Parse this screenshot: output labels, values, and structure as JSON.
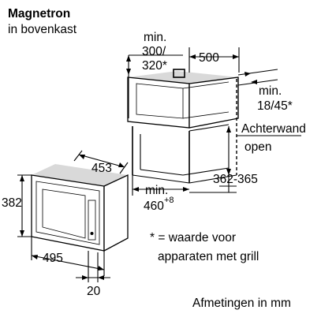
{
  "title": "Magnetron",
  "subtitle": "in bovenkast",
  "dimensions": {
    "top_min_label": "min.",
    "top_min_values": "300/",
    "top_min_values2": "320*",
    "depth_500": "500",
    "gap_min_label": "min.",
    "gap_min_values": "18/45*",
    "back_wall": "Achterwand",
    "back_open": "open",
    "range_362": "362-365",
    "bottom_min_label": "min.",
    "bottom_min_value": "460",
    "bottom_min_sup": "+8",
    "width_453": "453",
    "height_382": "382",
    "depth_495": "495",
    "door_20": "20"
  },
  "note_line1": "* = waarde voor",
  "note_line2": "apparaten met grill",
  "units_note": "Afmetingen in mm"
}
